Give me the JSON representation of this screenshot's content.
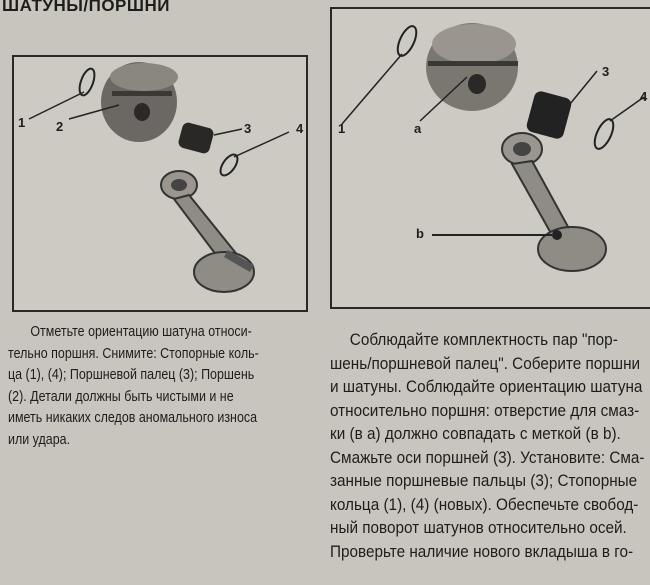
{
  "title": "ШАТУНЫ/ПОРШНИ",
  "figure_left": {
    "labels": [
      "1",
      "2",
      "3",
      "4"
    ]
  },
  "figure_right": {
    "labels": [
      "1",
      "a",
      "3",
      "b",
      "4"
    ]
  },
  "text_left": [
    "Отметьте ориентацию шатуна относи-",
    "тельно поршня. Снимите: Стопорные коль-",
    "ца (1), (4); Поршневой палец (3); Поршень",
    "(2). Детали должны быть чистыми и не",
    "иметь никаких следов аномального износа",
    "или удара."
  ],
  "text_right": [
    "Соблюдайте комплектность пар \"пор-",
    "шень/поршневой палец\". Соберите поршни",
    "и шатуны. Соблюдайте ориентацию шатуна",
    "относительно поршня: отверстие для смаз-",
    "ки (в а) должно совпадать с меткой (в b).",
    "Смажьте оси поршней (3). Установите: Сма-",
    "занные поршневые пальцы (3); Стопорные",
    "кольца (1), (4) (новых). Обеспечьте свобод-",
    "ный поворот шатунов относительно осей.",
    "Проверьте наличие нового вкладыша в го-"
  ]
}
